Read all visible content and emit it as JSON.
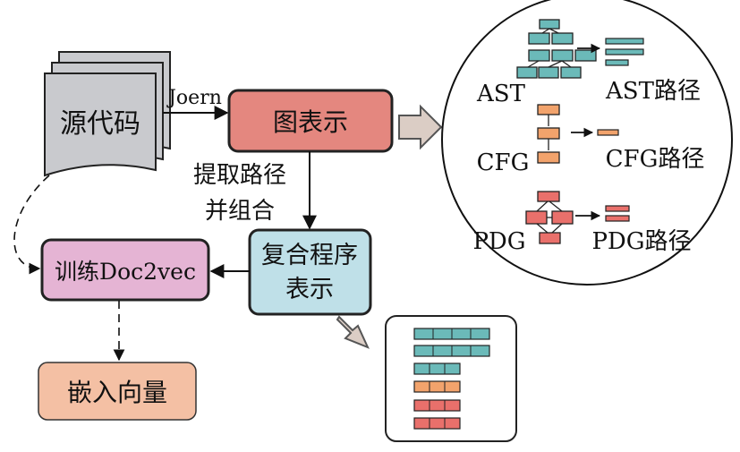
{
  "source_code": "源代码",
  "edge_joern": "Joern",
  "graph_repr": "图表示",
  "edge_extract_line1": "提取路径",
  "edge_extract_line2": "并组合",
  "composite_line1": "复合程序",
  "composite_line2": "表示",
  "train": "训练Doc2vec",
  "embedding": "嵌入向量",
  "ast_label": "AST",
  "ast_path_label": "AST路径",
  "cfg_label": "CFG",
  "cfg_path_label": "CFG路径",
  "pdg_label": "PDG",
  "pdg_path_label": "PDG路径",
  "colors": {
    "document": "#c9cace",
    "graph_box": "#e4877f",
    "composite_box": "#bfe0e8",
    "train_box": "#e5b4d4",
    "embedding_box": "#f4c0a4",
    "ast_teal": "#6bbab9",
    "cfg_orange": "#f2a36c",
    "pdg_red": "#e9706b",
    "block_arrow": "#dbcdc5"
  }
}
